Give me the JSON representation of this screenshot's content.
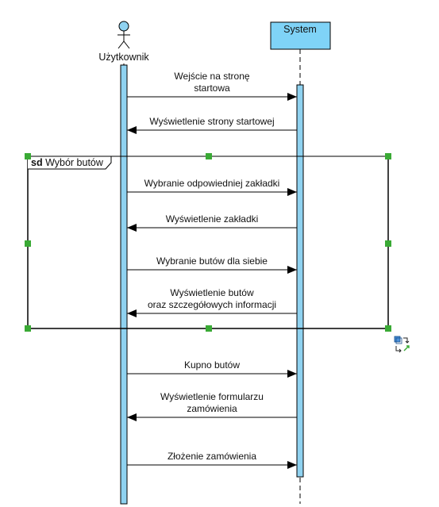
{
  "actor": {
    "name": "Użytkownik",
    "icon": "stick-figure-icon"
  },
  "system": {
    "name": "System",
    "fill": "#7fd3f7"
  },
  "colors": {
    "activation": "#8fd2f0",
    "handle": "#3aaa35",
    "line": "#000000"
  },
  "frame": {
    "keyword": "sd",
    "title": "Wybór butów"
  },
  "messages": [
    {
      "lines": [
        "Wejście na stronę",
        "startowa"
      ],
      "direction": "to-system"
    },
    {
      "lines": [
        "Wyświetlenie strony startowej"
      ],
      "direction": "to-user"
    },
    {
      "lines": [
        "Wybranie odpowiedniej zakładki"
      ],
      "direction": "to-system"
    },
    {
      "lines": [
        "Wyświetlenie zakładki"
      ],
      "direction": "to-user"
    },
    {
      "lines": [
        "Wybranie butów dla siebie"
      ],
      "direction": "to-system"
    },
    {
      "lines": [
        "Wyświetlenie butów",
        "oraz szczegółowych informacji"
      ],
      "direction": "to-user"
    },
    {
      "lines": [
        "Kupno butów"
      ],
      "direction": "to-system"
    },
    {
      "lines": [
        "Wyświetlenie formularzu",
        "zamówienia"
      ],
      "direction": "to-user"
    },
    {
      "lines": [
        "Złożenie zamówienia"
      ],
      "direction": "to-system"
    }
  ]
}
